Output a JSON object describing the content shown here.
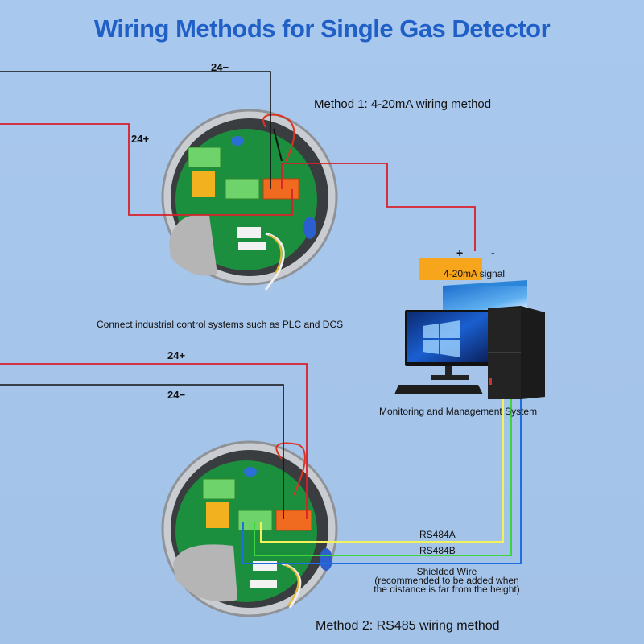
{
  "title": "Wiring Methods for Single Gas Detector",
  "method1": {
    "heading": "Method 1: 4-20mA wiring method",
    "wire_negative_label": "24−",
    "wire_positive_label": "24+",
    "signal": {
      "plus": "+",
      "minus": "-",
      "label": "4-20mA signal",
      "box_color": "#f7a51a"
    },
    "note": "Connect industrial control systems such as PLC and DCS"
  },
  "method2": {
    "heading": "Method 2: RS485 wiring method",
    "wire_positive_label": "24+",
    "wire_negative_label": "24−",
    "rs484a_label": "RS484A",
    "rs484b_label": "RS484B",
    "shielded_wire": {
      "line1": "Shielded Wire",
      "line2": "(recommended to be added when",
      "line3": "the distance is far from the height)"
    }
  },
  "system_label": "Monitoring and Management System",
  "colors": {
    "title": "#1f5fc6",
    "wire_positive": "#d8202c",
    "wire_negative": "#111111",
    "rs484a": "#f2f25a",
    "rs484b": "#3ed43e",
    "shield": "#1f6fe0"
  }
}
